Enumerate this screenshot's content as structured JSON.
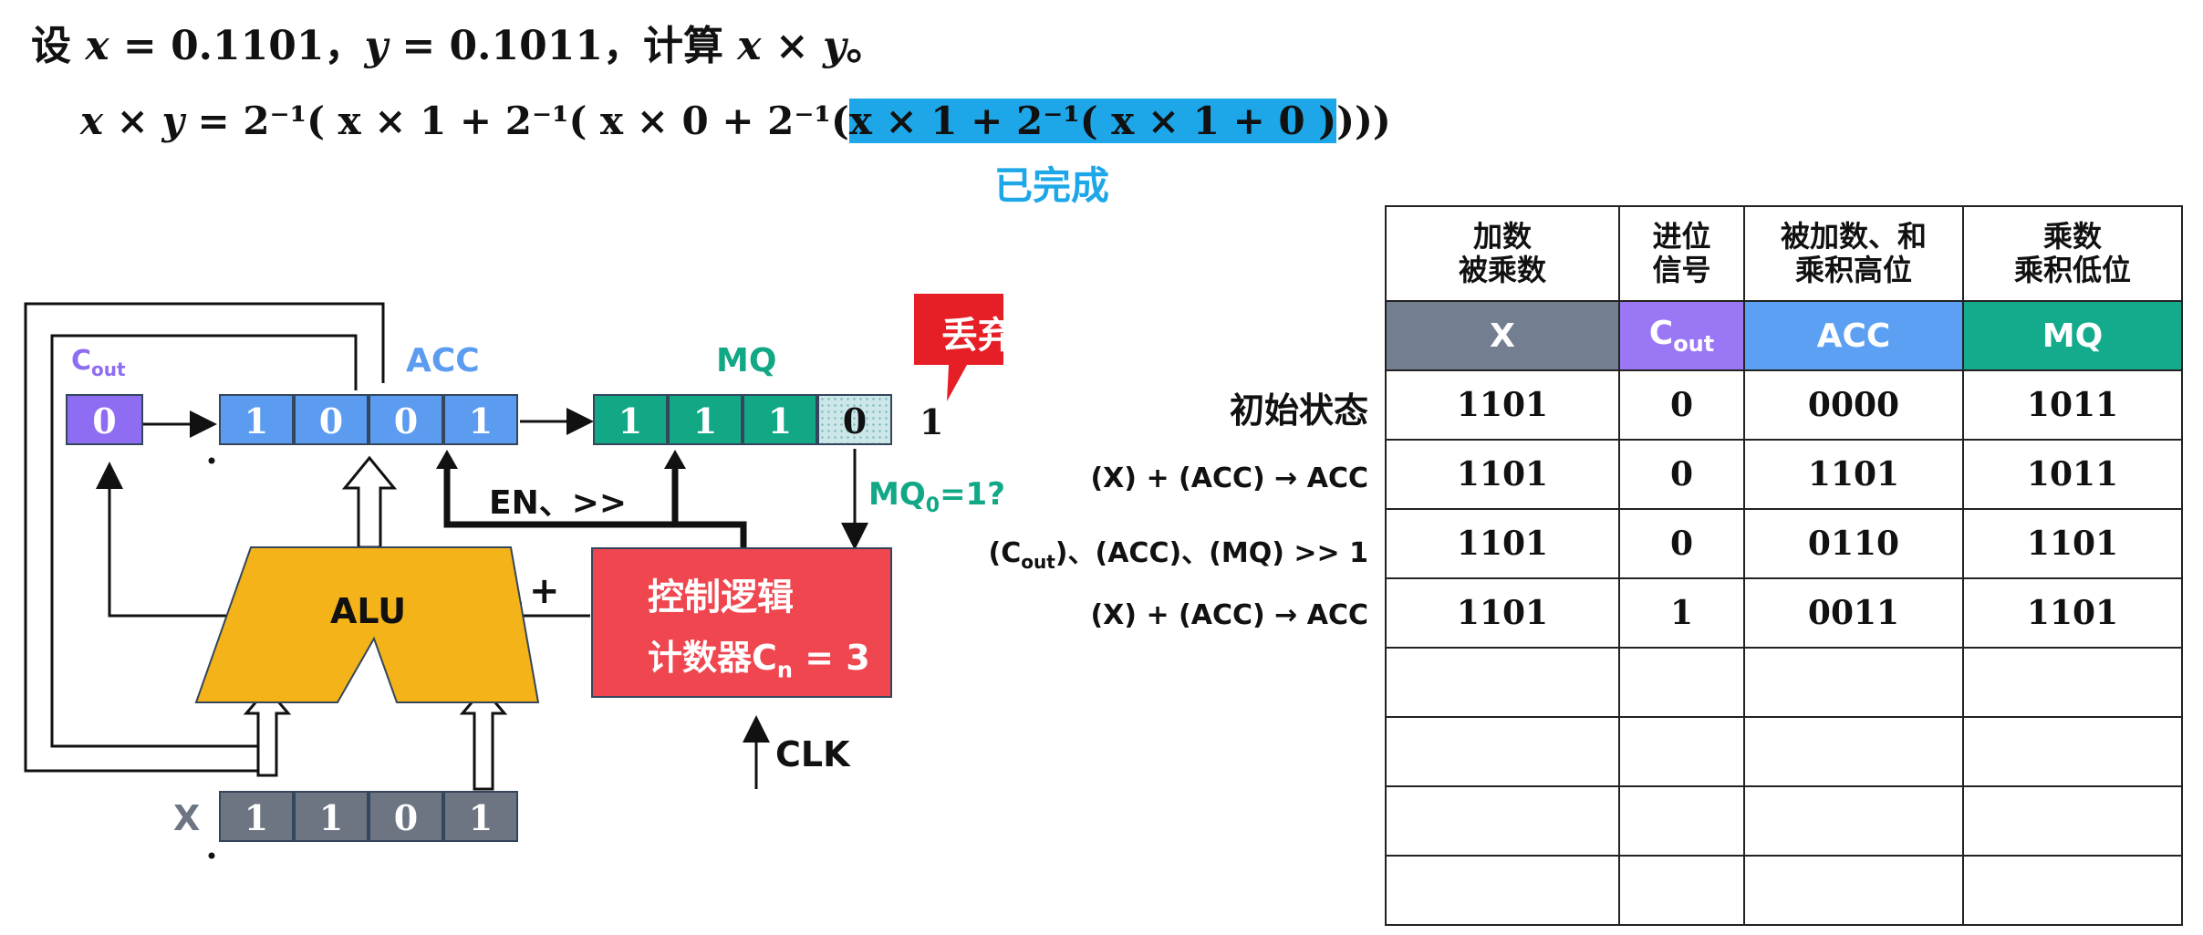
{
  "problem": {
    "lead": "设",
    "x_var": "x",
    "eq1": " = 0.1101，",
    "y_var": "y",
    "eq2": " = 0.1011，计算 ",
    "expr": "x × y",
    "end": "。"
  },
  "formula": {
    "lhs": "x × y",
    "part1": " = 2⁻¹( x × 1 + 2⁻¹( x × 0 + 2⁻¹(",
    "highlight": "x × 1 + 2⁻¹( x × 1 + 0 )",
    "part2": ")))"
  },
  "done_label": "已完成",
  "circuit": {
    "cout_label": "C",
    "cout_sub": "out",
    "cout_value": "0",
    "acc_label": "ACC",
    "acc_bits": [
      "1",
      "0",
      "0",
      "1"
    ],
    "mq_label": "MQ",
    "mq_bits": [
      "1",
      "1",
      "1",
      "0"
    ],
    "discarded_bit": "1",
    "discard_label": "丢弃",
    "en_label": "EN、>>",
    "mq0_label": "MQ",
    "mq0_sub": "0",
    "mq0_rest": "=1?",
    "alu_label": "ALU",
    "plus_label": "+",
    "control_line1": "控制逻辑",
    "control_line2": "计数器C",
    "control_sub": "n",
    "control_rest": " = 3",
    "clk_label": "CLK",
    "x_label": "X",
    "x_bits": [
      "1",
      "1",
      "0",
      "1"
    ]
  },
  "table": {
    "headers": [
      [
        "加数",
        "被乘数"
      ],
      [
        "进位",
        "信号"
      ],
      [
        "被加数、和",
        "乘积高位"
      ],
      [
        "乘数",
        "乘积低位"
      ]
    ],
    "sub_headers": {
      "x": "X",
      "cout_main": "C",
      "cout_sub": "out",
      "acc": "ACC",
      "mq": "MQ"
    },
    "step_labels": [
      "初始状态",
      "(X) + (ACC) → ACC",
      "(C",
      "(X) + (ACC) → ACC"
    ],
    "step3_sub": "out",
    "step3_rest": ")、(ACC)、(MQ) >> 1",
    "rows": [
      [
        "1101",
        "0",
        "0000",
        "1011"
      ],
      [
        "1101",
        "0",
        "1101",
        "1011"
      ],
      [
        "1101",
        "0",
        "0110",
        "1101"
      ],
      [
        "1101",
        "1",
        "0011",
        "1101"
      ],
      [
        "",
        "",
        "",
        ""
      ],
      [
        "",
        "",
        "",
        ""
      ],
      [
        "",
        "",
        "",
        ""
      ],
      [
        "",
        "",
        "",
        ""
      ]
    ]
  },
  "colors": {
    "acc": "#5b9bf0",
    "mq": "#12a886",
    "x": "#6d7482",
    "cout": "#8f6df2",
    "alu": "#f3b319",
    "control": "#ef4650",
    "discard": "#e61e26",
    "highlight": "#1ea7e8"
  }
}
